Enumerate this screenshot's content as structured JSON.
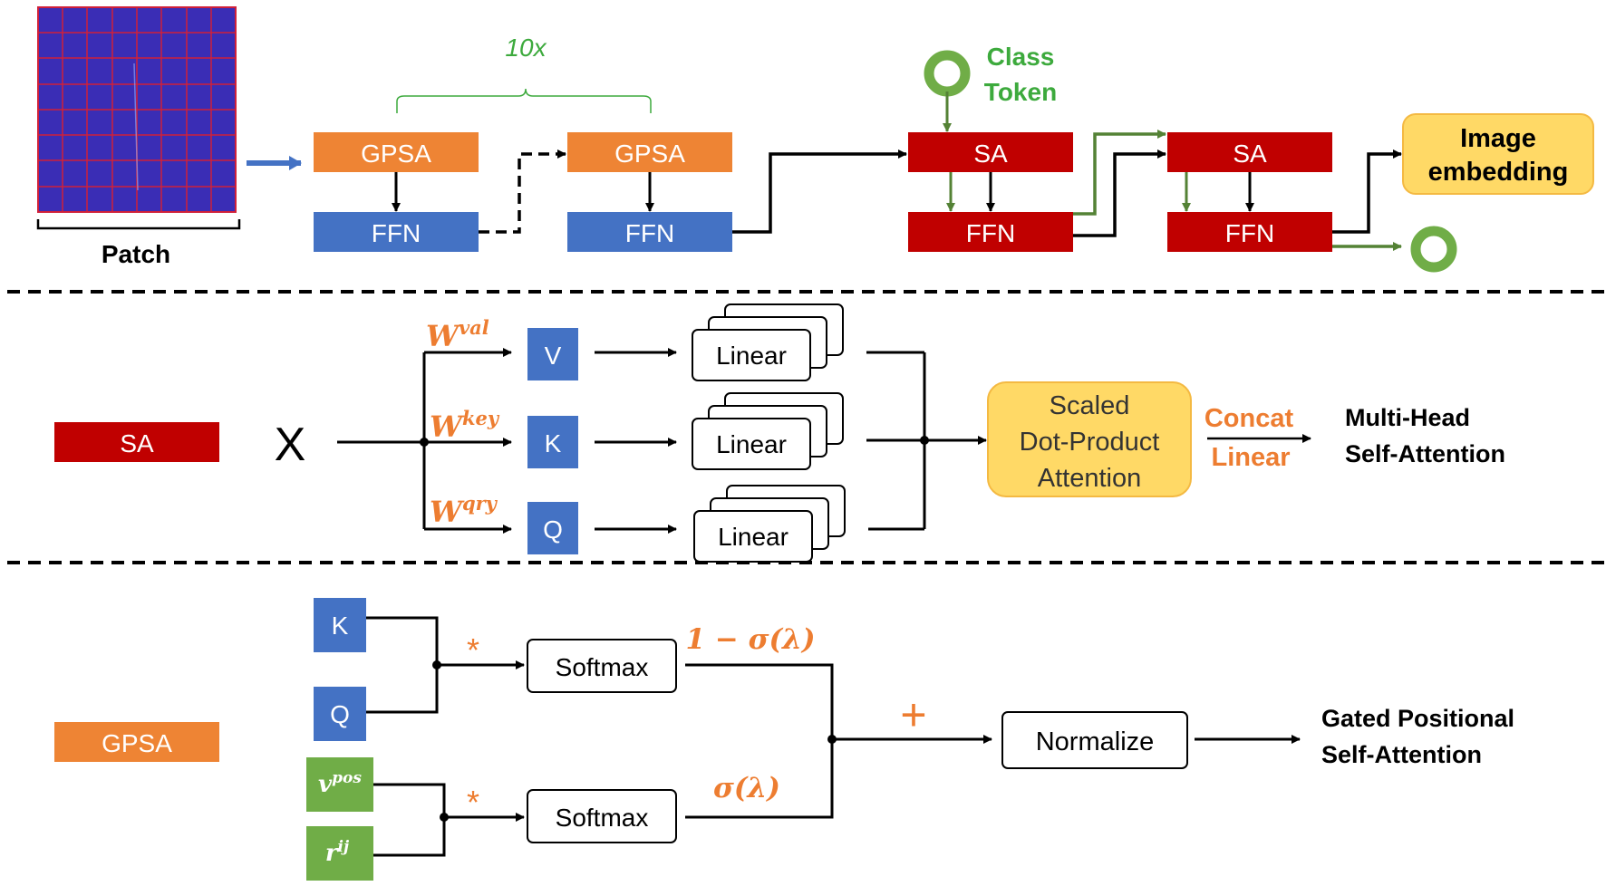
{
  "top": {
    "patch_label": "Patch",
    "repeat_label": "10x",
    "gpsa_label": "GPSA",
    "ffn_label": "FFN",
    "sa_label": "SA",
    "class_token_line1": "Class",
    "class_token_line2": "Token",
    "image_embedding_line1": "Image",
    "image_embedding_line2": "embedding"
  },
  "sa_section": {
    "legend_label": "SA",
    "input_label": "X",
    "w_base": "W",
    "w_val_sup": "val",
    "w_key_sup": "key",
    "w_qry_sup": "qry",
    "v_label": "V",
    "k_label": "K",
    "q_label": "Q",
    "linear_label": "Linear",
    "attention_line1": "Scaled",
    "attention_line2": "Dot-Product",
    "attention_line3": "Attention",
    "concat_label": "Concat",
    "concat_linear_label": "Linear",
    "output_line1": "Multi-Head",
    "output_line2": "Self-Attention"
  },
  "gpsa_section": {
    "legend_label": "GPSA",
    "k_label": "K",
    "q_label": "Q",
    "v_base": "v",
    "v_sup": "pos",
    "r_base": "r",
    "r_sup": "ij",
    "mult_symbol": "*",
    "softmax_label": "Softmax",
    "gate_top": "1 − σ(λ)",
    "gate_bottom": "σ(λ)",
    "plus_symbol": "+",
    "normalize_label": "Normalize",
    "output_line1": "Gated Positional",
    "output_line2": "Self-Attention"
  },
  "colors": {
    "gpsa": "#EE8434",
    "ffn": "#4472C4",
    "sa": "#C00000",
    "token": "#70AD47",
    "token_text": "#3DAA3D",
    "yellow": "#FFD966",
    "orange_text": "#ED7D31",
    "patch_bg": "#3A2DB5",
    "patch_grid": "#D0203A"
  }
}
